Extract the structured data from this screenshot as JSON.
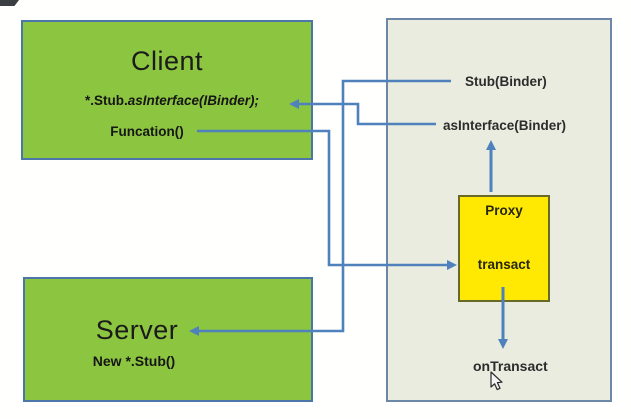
{
  "client": {
    "title": "Client",
    "code_prefix": "*.Stub.",
    "code_italic": "asInterface(IBinder);",
    "function_label": "Funcation()"
  },
  "server": {
    "title": "Server",
    "code": "New *.Stub()"
  },
  "binder_panel": {
    "stub_label": "Stub(Binder)",
    "asinterface_label": "asInterface(Binder)",
    "proxy": {
      "title": "Proxy",
      "method": "transact"
    },
    "ontransact_label": "onTransact"
  },
  "colors": {
    "box_green": "#8cc540",
    "box_border_blue": "#4d76a8",
    "panel_fill": "#e9ecdf",
    "panel_border": "#6d87a8",
    "proxy_fill": "#ffe903",
    "proxy_border": "#6a6a28",
    "arrow_blue": "#4f81bd"
  }
}
